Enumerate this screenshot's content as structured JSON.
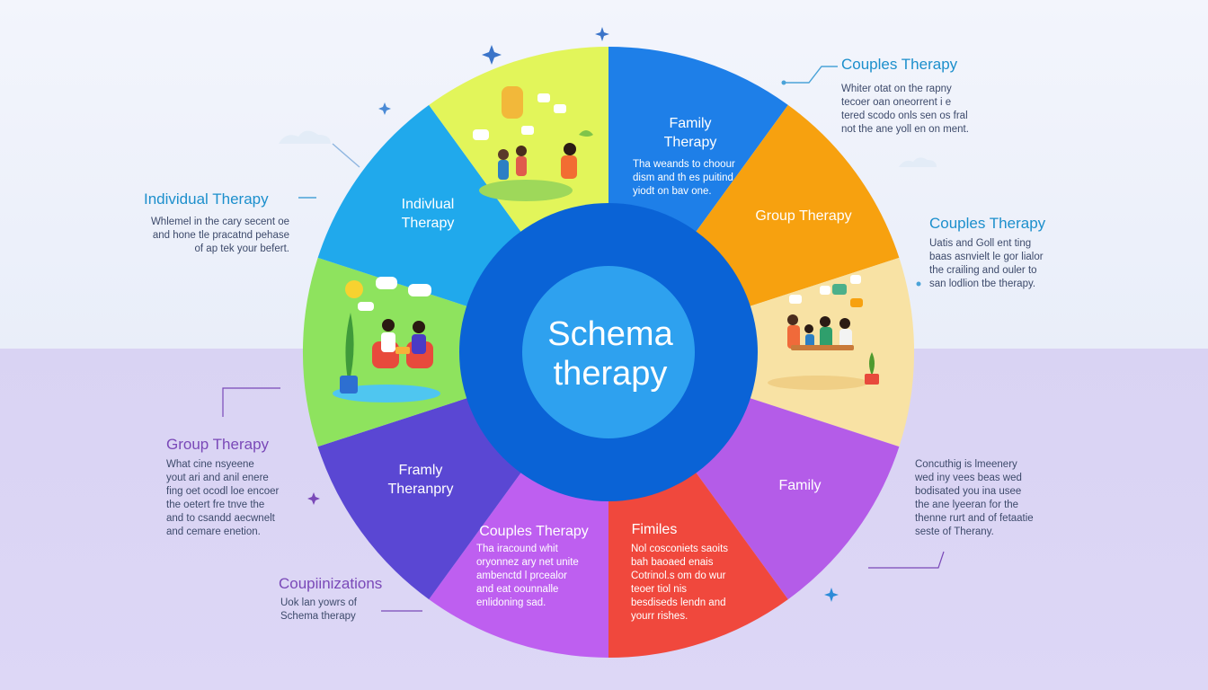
{
  "center": {
    "line1": "Schema",
    "line2": "therapy"
  },
  "segments": [
    {
      "id": "family-top",
      "color": "#1e7fe8",
      "label_lines": [
        "Family",
        "Therapy"
      ],
      "text_lines": [
        "Tha weands to choour",
        "dism and th es puitind",
        "yiodt on bav one."
      ]
    },
    {
      "id": "group-right",
      "color": "#f7a10f",
      "label_lines": [
        "Group Therapy"
      ],
      "text_lines": []
    },
    {
      "id": "illustration-right",
      "color": "#f8e2a4",
      "label_lines": [],
      "text_lines": []
    },
    {
      "id": "family-right",
      "color": "#b45ce8",
      "label_lines": [
        "Family"
      ],
      "text_lines": []
    },
    {
      "id": "families-bottom",
      "color": "#f0483d",
      "label_lines": [
        "Fimiles"
      ],
      "text_lines": [
        "Nol cosconiets saoits",
        "bah baoaed enais",
        "Cotrinol.s om do wur",
        "teoer tiol nis",
        "besdiseds lendn and",
        "yourr rishes."
      ]
    },
    {
      "id": "couples-bottom",
      "color": "#be5ff0",
      "label_lines": [
        "Couples Therapy"
      ],
      "text_lines": [
        "Tha iracound whit",
        "oryonnez ary net unite",
        "ambenctd l prcealor",
        "and eat oounnalle",
        "enlidoning sad."
      ]
    },
    {
      "id": "framly-left",
      "color": "#5a47d3",
      "label_lines": [
        "Framly",
        "Theranpry"
      ],
      "text_lines": []
    },
    {
      "id": "illustration-left",
      "color": "#8ee35e",
      "label_lines": [],
      "text_lines": []
    },
    {
      "id": "individual-left",
      "color": "#20a9ec",
      "label_lines": [
        "Indivlual",
        "Therapy"
      ],
      "text_lines": []
    },
    {
      "id": "illustration-top",
      "color": "#e2f55a",
      "label_lines": [],
      "text_lines": []
    }
  ],
  "annotations": {
    "couples_top": {
      "title": "Couples Therapy",
      "text": "Whiter otat on the rapny\ntecoer oan oneorrent i e\ntered scodo onls sen os fral\nnot the ane yoll en on ment."
    },
    "individual": {
      "title": "Individual Therapy",
      "text": "Whlemel in the cary secent oe\nand hone tle pracatnd pehase\nof ap tek your befert."
    },
    "couples_right": {
      "title": "Couples Therapy",
      "text": "Uatis and Goll ent ting\nbaas asnvielt le gor lialor\nthe crailing and ouler to\nsan lodlion tbe therapy."
    },
    "group_left": {
      "title": "Group Therapy",
      "text": "What cine nsyeene\nyout ari and anil enere\nfing oet ocodl loe encoer\nthe oetert fre tnve the\nand to csandd aecwnelt\nand cemare enetion."
    },
    "concurring": {
      "text": "Concuthig is lmeenery\nwed iny vees beas wed\nbodisated you ina usee\nthe ane lyeeran for the\nthenne rurt and of fetaatie\nseste of Therany."
    },
    "couplinizations": {
      "title": "Coupiinizations",
      "text": "Uok lan yowrs of\nSchema therapy"
    }
  },
  "colors": {
    "center_outer": "#0a63d6",
    "center_inner": "#2ea1ef",
    "accent_blue": "#1c8fcc",
    "accent_purple": "#7a49b8"
  }
}
